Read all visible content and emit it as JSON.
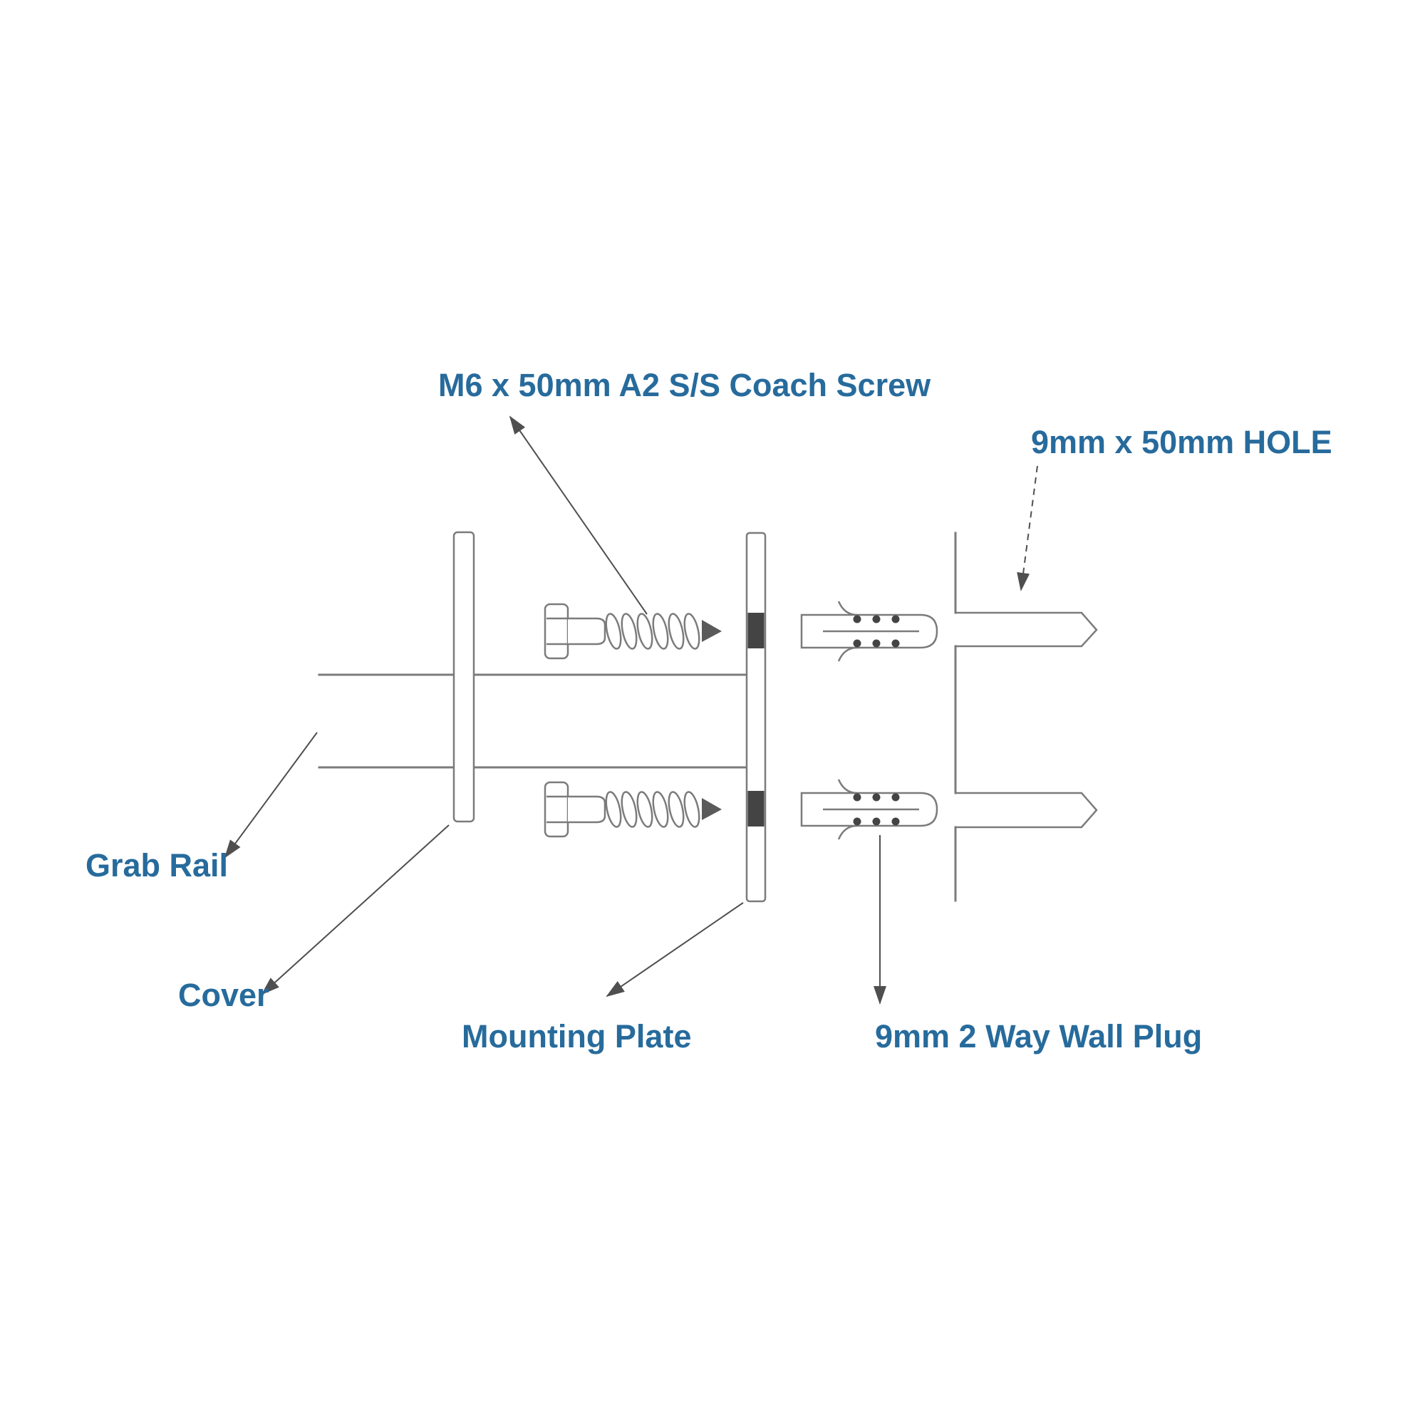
{
  "diagram": {
    "labels": {
      "coach_screw": "M6 x 50mm A2 S/S Coach Screw",
      "hole": "9mm x 50mm HOLE",
      "grab_rail": "Grab Rail",
      "cover": "Cover",
      "mounting_plate": "Mounting Plate",
      "wall_plug": "9mm 2 Way Wall Plug"
    },
    "colors": {
      "label_text": "#276b9c",
      "line": "#7b7b7b",
      "arrow": "#4f4f4f",
      "dark_fill": "#444444",
      "background": "#ffffff"
    }
  }
}
